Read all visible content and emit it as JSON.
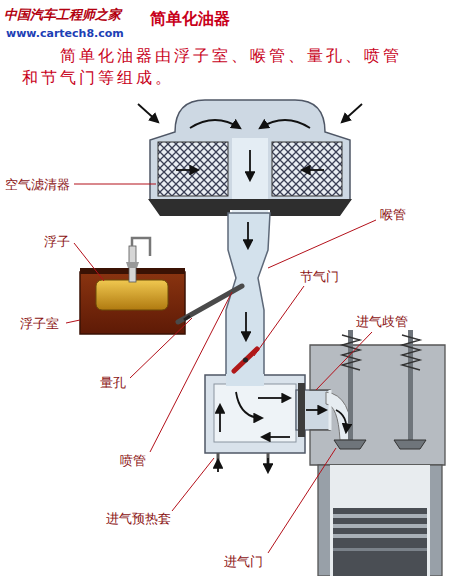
{
  "diagram": {
    "title": "简单化油器",
    "caption": "简单化油器由浮子室、喉管、量孔、喷管和节气门等组成。",
    "labels": [
      "中国汽车工程师之家",
      "www.cartech8.com",
      "空气滤清器",
      "浮子",
      "浮子室",
      "量孔",
      "喷管",
      "进气预热套",
      "进气门",
      "喉管",
      "节气门",
      "进气歧管"
    ]
  }
}
